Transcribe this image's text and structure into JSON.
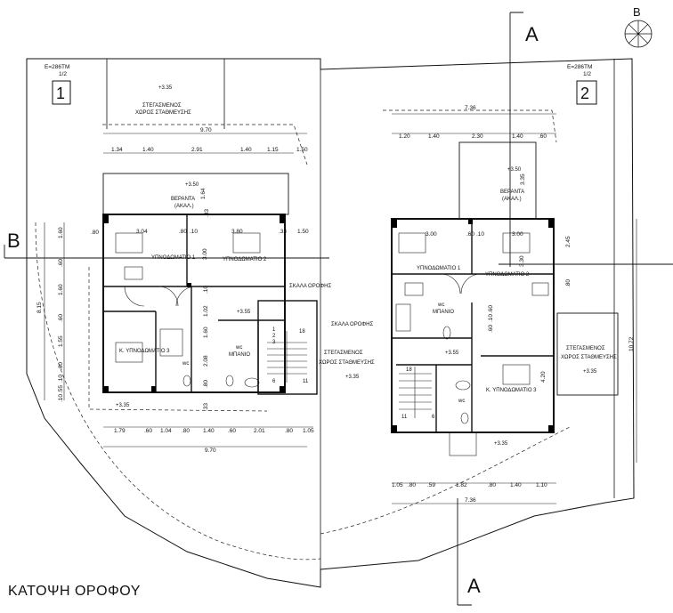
{
  "title": "ΚΑΤΟΨΗ ΟΡΟΦΟΥ",
  "north_label": "B",
  "section_labels": {
    "a_top": "A",
    "a_bottom": "A",
    "b_left": "B"
  },
  "unit1": {
    "number": "1",
    "area": "E=286TM",
    "fraction": "1/2",
    "parking_elev": "+3.35",
    "parking": [
      "ΣΤΕΓΑΣΜΕΝΟΣ",
      "ΧΩΡΟΣ ΣΤΑΘΜΕΥΣΗΣ"
    ],
    "total_top": "9.70",
    "total_bottom": "9.70",
    "dims_top": [
      "1.34",
      "1.40",
      "2.91",
      "1.40",
      "1.15",
      "1.50"
    ],
    "dims_bottom": [
      "1.79",
      ".60",
      "1.04",
      ".80",
      "1.40",
      ".60",
      "2.01",
      ".80",
      "1.05"
    ],
    "dims_left": [
      "1.60",
      ".60",
      "1.60",
      ".60",
      "1.55",
      ".60",
      ".10",
      ".55",
      ".10"
    ],
    "total_left": "8.15",
    "veranda": [
      "ΒΕΡΑΝΤΑ",
      "(ΑΚΑΛ.)"
    ],
    "veranda_elev": "+3.50",
    "veranda_depth": "1.64",
    "inner_dims": [
      ".80",
      "3.04",
      ".80",
      ".10",
      "3.80",
      ".33",
      "1.50",
      ".33",
      "3.00",
      "1.02",
      ".10",
      "1.60",
      "2.08",
      ".80",
      ".33"
    ],
    "bedroom1": "ΥΠΝΟΔΩΜΑΤΙΟ 1",
    "bedroom2": "ΥΠΝΟΔΩΜΑΤΙΟ 2",
    "bedroom3": "Κ. ΥΠΝΟΔΩΜΑΤΙΟ 3",
    "hall_elev": "+3.55",
    "wc": "wc",
    "bath": "ΜΠΑΝΙΟ",
    "stair": "ΣΚΑΛΑ ΟΡΟΦΗΣ",
    "stair_steps": [
      "1",
      "2",
      "3",
      "18",
      "6",
      "11"
    ],
    "entry_elev": "+3.35"
  },
  "middle": {
    "stair": "ΣΚΑΛΑ ΟΡΟΦΗΣ",
    "parking": [
      "ΣΤΕΓΑΣΜΕΝΟΣ",
      "ΧΩΡΟΣ ΣΤΑΘΜΕΥΣΗΣ"
    ],
    "parking_elev": "+3.35"
  },
  "unit2": {
    "number": "2",
    "area": "E=286TM",
    "fraction": "1/2",
    "total_top": "7.36",
    "total_bottom": "7.36",
    "dims_top": [
      "1.20",
      "1.40",
      "2.30",
      "1.40",
      ".60"
    ],
    "dims_bottom": [
      "1.05",
      ".80",
      ".59",
      "1.82",
      ".80",
      "1.40",
      "1.10"
    ],
    "veranda": [
      "ΒΕΡΑΝΤΑ",
      "(ΑΚΑΛ.)"
    ],
    "veranda_elev": "+3.50",
    "veranda_depth": "3.35",
    "inner_dims": [
      "3.00",
      ".60",
      ".10",
      "3.00",
      "2.45",
      ".80",
      ".60",
      ".10",
      ".60",
      "4.20",
      "3.30"
    ],
    "total_right": "10.72",
    "bedroom1": "ΥΠΝΟΔΩΜΑΤΙΟ 1",
    "bedroom2": "ΥΠΝΟΔΩΜΑΤΙΟ 2",
    "bedroom3": "Κ. ΥΠΝΟΔΩΜΑΤΙΟ 3",
    "wc": "wc",
    "bath": "ΜΠΑΝΙΟ",
    "hall_elev": "+3.55",
    "stair_steps": [
      "18",
      "11",
      "6"
    ],
    "entry_elev": "+3.35",
    "parking": [
      "ΣΤΕΓΑΣΜΕΝΟΣ",
      "ΧΩΡΟΣ ΣΤΑΘΜΕΥΣΗΣ"
    ],
    "parking_elev": "+3.35"
  }
}
